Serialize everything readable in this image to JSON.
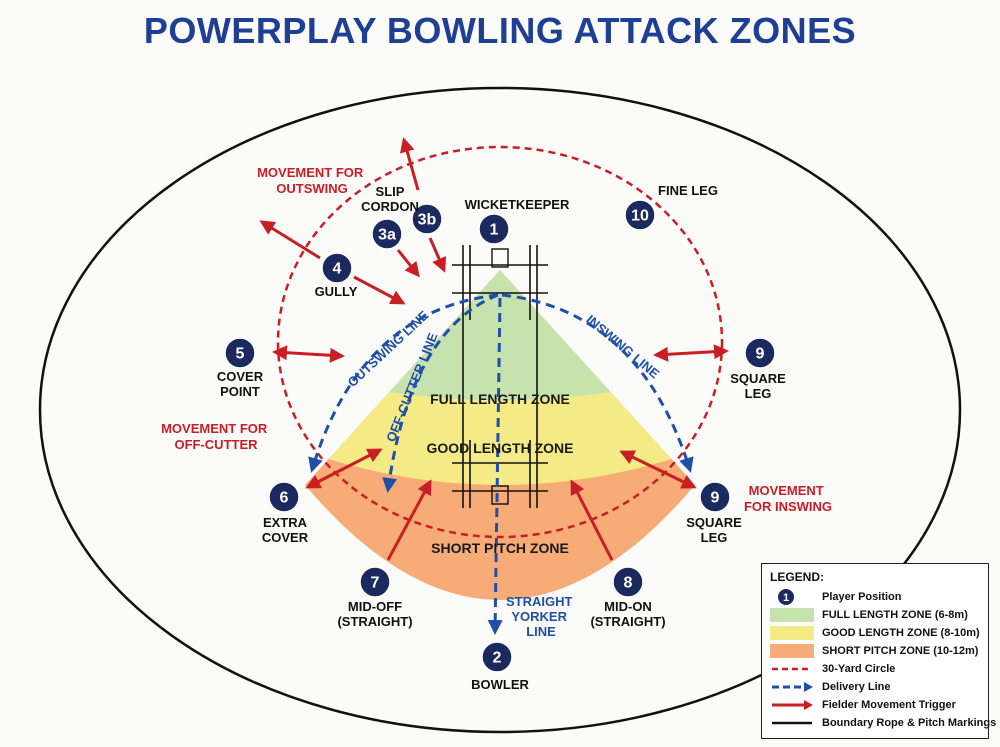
{
  "title": "POWERPLAY BOWLING ATTACK ZONES",
  "zones": {
    "full": "FULL LENGTH ZONE",
    "good": "GOOD LENGTH ZONE",
    "short": "SHORT PITCH ZONE"
  },
  "players": [
    {
      "id": "p1",
      "num": "1",
      "label": [
        "WICKETKEEPER"
      ]
    },
    {
      "id": "p2",
      "num": "2",
      "label": [
        "BOWLER"
      ]
    },
    {
      "id": "p3a",
      "num": "3a",
      "label": []
    },
    {
      "id": "p3b",
      "num": "3b",
      "label": []
    },
    {
      "id": "p3",
      "num": "",
      "label": [
        "SLIP",
        "CORDON"
      ]
    },
    {
      "id": "p4",
      "num": "4",
      "label": [
        "GULLY"
      ]
    },
    {
      "id": "p5",
      "num": "5",
      "label": [
        "COVER",
        "POINT"
      ]
    },
    {
      "id": "p6",
      "num": "6",
      "label": [
        "EXTRA",
        "COVER"
      ]
    },
    {
      "id": "p7",
      "num": "7",
      "label": [
        "MID-OFF",
        "(STRAIGHT)"
      ]
    },
    {
      "id": "p8",
      "num": "8",
      "label": [
        "MID-ON",
        "(STRAIGHT)"
      ]
    },
    {
      "id": "p9a",
      "num": "9",
      "label": [
        "SQUARE",
        "LEG"
      ]
    },
    {
      "id": "p9b",
      "num": "9",
      "label": [
        "SQUARE",
        "LEG"
      ]
    },
    {
      "id": "p10",
      "num": "10",
      "label": [
        "FINE LEG"
      ]
    }
  ],
  "movement_labels": {
    "outswing": [
      "MOVEMENT FOR",
      "OUTSWING"
    ],
    "offcutter": [
      "MOVEMENT FOR",
      "OFF-CUTTER"
    ],
    "inswing": [
      "MOVEMENT",
      "FOR INSWING"
    ]
  },
  "delivery_labels": {
    "outswing": "OUTSWING LINE",
    "offcutter": "OFF-CUTTER LINE",
    "inswing": "INSWING LINE",
    "yorker": [
      "STRAIGHT",
      "YORKER",
      "LINE"
    ]
  },
  "legend": {
    "title": "LEGEND:",
    "items": [
      {
        "kind": "player",
        "text": "Player Position",
        "num": "1"
      },
      {
        "kind": "swatch",
        "text": "FULL LENGTH ZONE (6-8m)",
        "color": "#c6e3ad"
      },
      {
        "kind": "swatch",
        "text": "GOOD LENGTH ZONE (8-10m)",
        "color": "#f4ea86"
      },
      {
        "kind": "swatch",
        "text": "SHORT PITCH ZONE (10-12m)",
        "color": "#f7ab76"
      },
      {
        "kind": "red-dash",
        "text": "30-Yard Circle"
      },
      {
        "kind": "blue-dash",
        "text": "Delivery Line"
      },
      {
        "kind": "red-arrow",
        "text": "Fielder Movement Trigger"
      },
      {
        "kind": "black-line",
        "text": "Boundary Rope & Pitch Markings"
      }
    ]
  },
  "colors": {
    "navy": "#1b2a5e",
    "red": "#c81e24",
    "blue": "#1f4fa8",
    "full": "#c6e3ad",
    "good": "#f4ea86",
    "short": "#f7ab76"
  }
}
